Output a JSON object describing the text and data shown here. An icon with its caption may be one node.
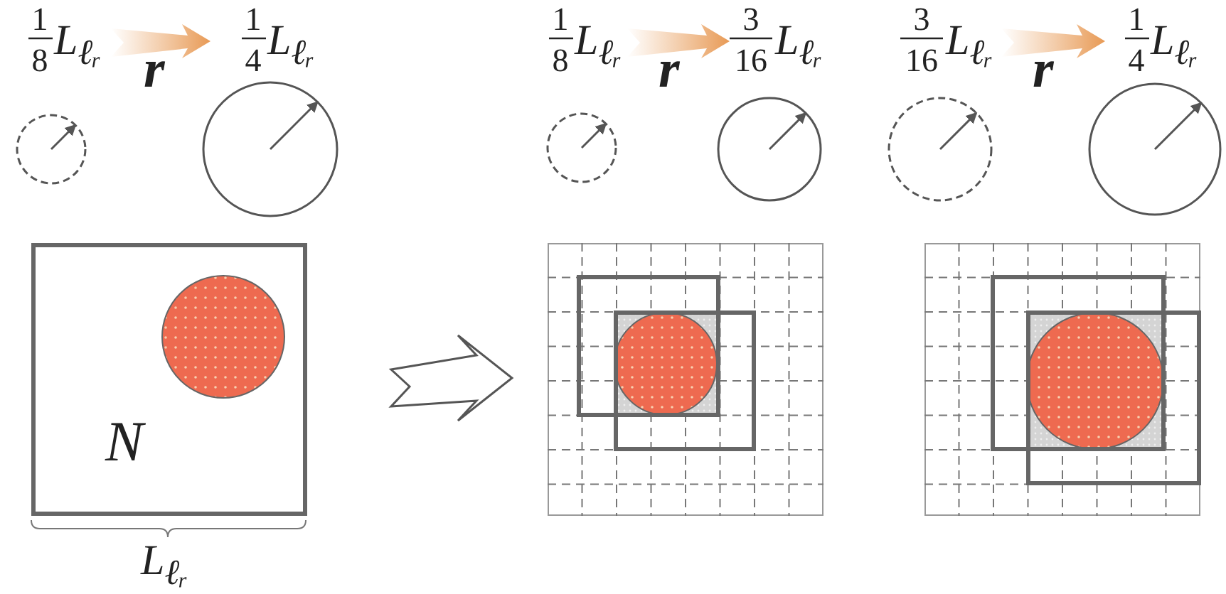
{
  "diagram": {
    "nodes": [
      {
        "text": [
          "N"
        ],
        "beside": [
          "L$_{ℓᵣ}$"
        ]
      },
      {
        "text": [],
        "shape": "box"
      },
      {
        "text": [],
        "shape": "box"
      }
    ],
    "edges": [
      {
        "from": 0,
        "to": 1,
        "arrow": "to"
      }
    ],
    "labels": [
      "1",
      "8",
      "L$_{ℓᵣ}$",
      "r",
      "1",
      "4",
      "L$_{ℓᵣ}$",
      "1",
      "8",
      "L$_{ℓᵣ}$",
      "r",
      "3",
      "16",
      "L$_{ℓᵣ}$",
      "3",
      "16",
      "L$_{ℓᵣ}$",
      "r",
      "1",
      "4",
      "L$_{ℓᵣ}$"
    ]
  }
}
